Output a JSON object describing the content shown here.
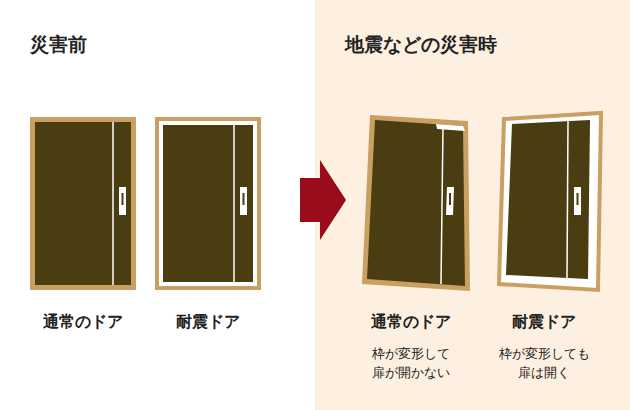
{
  "diagram": {
    "nodes": [
      {
        "text": [
          "災害前"
        ]
      },
      {
        "text": [
          "地震などの災害時"
        ]
      }
    ],
    "labels": [
      "通常のドア",
      "耐震ドア",
      "通常のドア",
      "耐震ドア",
      "枠が変形して 扉が開かない",
      "枠が変形しても 扉は開く"
    ]
  }
}
